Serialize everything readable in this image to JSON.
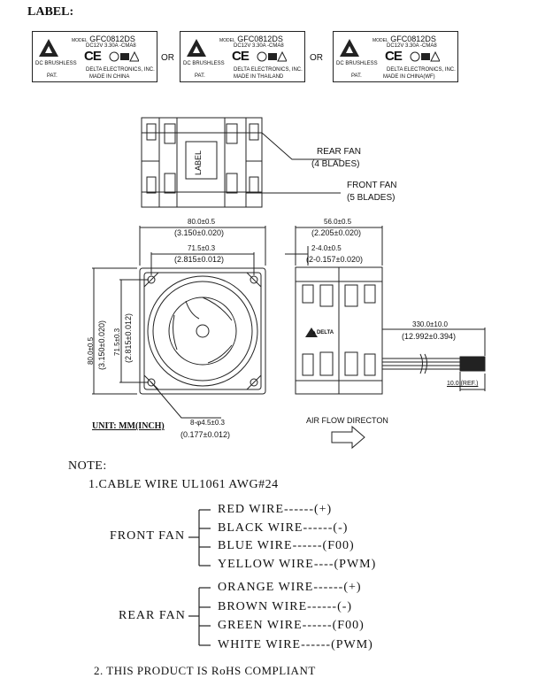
{
  "label_heading": "LABEL:",
  "labels": [
    {
      "model_prefix": "MODEL",
      "model": "GFC0812DS",
      "spec": "DC12V  3.30A  -CMA8",
      "brand_left": "DC BRUSHLESS",
      "company": "DELTA ELECTRONICS, INC.",
      "pat": "PAT.",
      "origin": "MADE IN CHINA",
      "or": "OR"
    },
    {
      "model_prefix": "MODEL",
      "model": "GFC0812DS",
      "spec": "DC12V  3.30A  -CMA8",
      "brand_left": "DC BRUSHLESS",
      "company": "DELTA ELECTRONICS, INC.",
      "pat": "PAT.",
      "origin": "MADE IN THAILAND",
      "or": "OR"
    },
    {
      "model_prefix": "MODEL",
      "model": "GFC0812DS",
      "spec": "DC12V  3.30A  -CMA8",
      "brand_left": "DC BRUSHLESS",
      "company": "DELTA ELECTRONICS, INC.",
      "pat": "PAT.",
      "origin": "MADE IN CHINA(WF)"
    }
  ],
  "ce_mark": "CE",
  "top_view": {
    "label_text": "LABEL",
    "rear_fan": "REAR FAN",
    "rear_blades": "(4 BLADES)",
    "front_fan": "FRONT FAN",
    "front_blades": "(5 BLADES)"
  },
  "front_view": {
    "w_outer_mm": "80.0±0.5",
    "w_outer_in": "(3.150±0.020)",
    "w_hole_mm": "71.5±0.3",
    "w_hole_in": "(2.815±0.012)",
    "h_outer_mm": "80.0±0.5",
    "h_outer_in": "(3.150±0.020)",
    "h_hole_mm": "71.5±0.3",
    "h_hole_in": "(2.815±0.012)",
    "hole_mm": "8-φ4.5±0.3",
    "hole_in": "(0.177±0.012)",
    "unit": "UNIT: MM(INCH)"
  },
  "side_view": {
    "depth_mm": "56.0±0.5",
    "depth_in": "(2.205±0.020)",
    "flange_mm": "2-4.0±0.5",
    "flange_in": "(2-0.157±0.020)",
    "cable_mm": "330.0±10.0",
    "cable_in": "(12.992±0.394)",
    "ref": "10.0 (REF.)",
    "logo": "▲DELTA",
    "airflow": "AIR FLOW DIRECTON"
  },
  "note": {
    "title": "NOTE:",
    "item1": "1.CABLE WIRE UL1061 AWG#24",
    "front_fan": "FRONT FAN",
    "front_wires": [
      "RED WIRE------(+)",
      "BLACK WIRE------(-)",
      "BLUE WIRE------(F00)",
      "YELLOW WIRE----(PWM)"
    ],
    "rear_fan": "REAR FAN",
    "rear_wires": [
      "ORANGE WIRE------(+)",
      "BROWN WIRE------(-)",
      "GREEN WIRE------(F00)",
      "WHITE WIRE------(PWM)"
    ],
    "item2": "2. THIS PRODUCT IS RoHS COMPLIANT"
  }
}
